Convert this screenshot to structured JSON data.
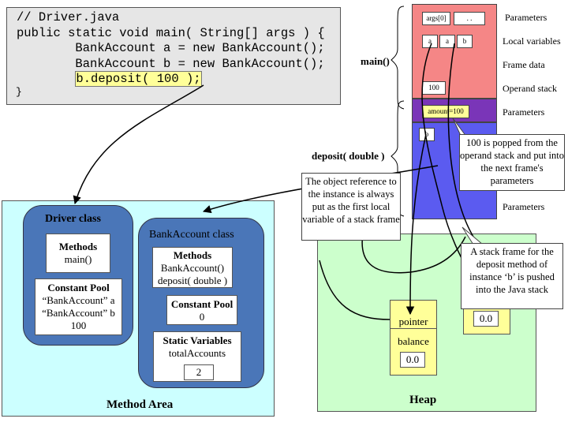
{
  "code": {
    "line1": "// Driver.java",
    "line2": "public static void main( String[] args ) {",
    "line3": "        BankAccount a = new BankAccount();",
    "line4": "        BankAccount b = new BankAccount();",
    "line5": "b.deposit( 100 );",
    "closing": "}"
  },
  "stack": {
    "main_label": "main()",
    "deposit_label": "deposit( double )",
    "slots": {
      "args": "args[0]",
      "dots": ". .",
      "a": "a",
      "b": "b",
      "operand": "100",
      "amount": "amount=100",
      "b2": "b"
    },
    "section_labels": {
      "parameters": "Parameters",
      "local_variables": "Local variables",
      "frame_data": "Frame data",
      "operand_stack": "Operand stack",
      "parameters2": "Parameters",
      "parameters3": "Parameters"
    }
  },
  "callouts": {
    "popped": "100 is popped from the operand stack and put into the next frame's parameters",
    "object_ref": "The object reference to the instance is always put as the first local variable of a stack frame",
    "frame_pushed": "A stack frame for the deposit method of instance ‘b’ is pushed into the Java stack"
  },
  "method_area": {
    "title": "Method Area",
    "driver": {
      "title": "Driver class",
      "methods_heading": "Methods",
      "methods": "main()",
      "pool_heading": "Constant Pool",
      "pool_line1": "“BankAccount” a",
      "pool_line2": "“BankAccount” b",
      "pool_line3": "100"
    },
    "bankaccount": {
      "title": "BankAccount class",
      "methods_heading": "Methods",
      "method1": "BankAccount()",
      "method2": "deposit( double )",
      "pool_heading": "Constant Pool",
      "pool_value": "0",
      "static_heading": "Static Variables",
      "static_var": "totalAccounts",
      "static_value": "2"
    }
  },
  "heap": {
    "title": "Heap",
    "pointer": "pointer",
    "balance": "balance",
    "balance_value": "0.0",
    "other_value": "0.0"
  }
}
